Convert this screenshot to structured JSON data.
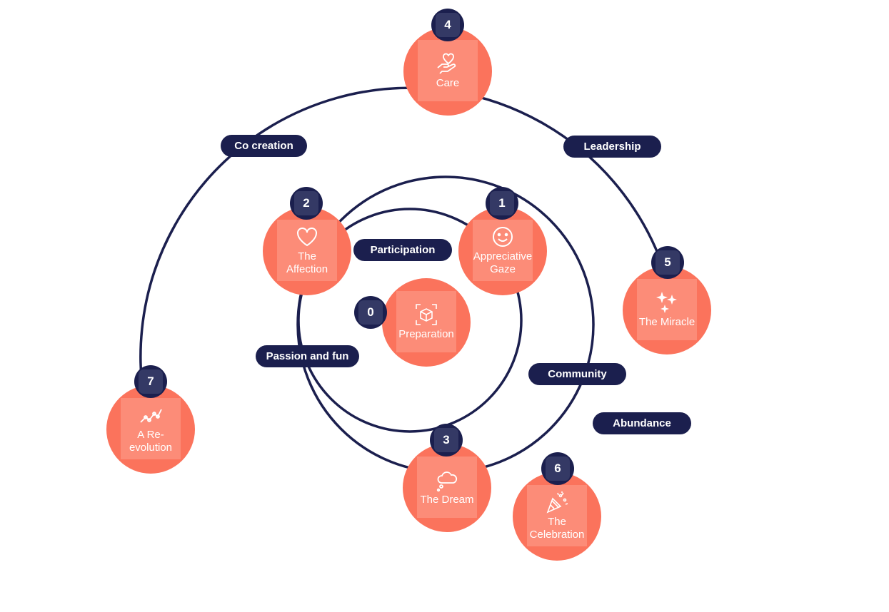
{
  "stages": [
    {
      "number": "0",
      "label": "Preparation",
      "icon": "preparation-cube-icon"
    },
    {
      "number": "1",
      "label": "Appreciative Gaze",
      "icon": "smiley-icon"
    },
    {
      "number": "2",
      "label": "The Affection",
      "icon": "heart-icon"
    },
    {
      "number": "3",
      "label": "The Dream",
      "icon": "thought-cloud-icon"
    },
    {
      "number": "4",
      "label": "Care",
      "icon": "heart-in-hand-icon"
    },
    {
      "number": "5",
      "label": "The Miracle",
      "icon": "sparkles-icon"
    },
    {
      "number": "6",
      "label": "The Celebration",
      "icon": "party-popper-icon"
    },
    {
      "number": "7",
      "label": "A Re-evolution",
      "icon": "growth-line-icon"
    }
  ],
  "values": [
    "Participation",
    "Passion and fun",
    "Community",
    "Co creation",
    "Leadership",
    "Abundance"
  ],
  "colors": {
    "ring": "#1b1f4e",
    "node": "#fb735c",
    "node_inner": "#fc8c78",
    "badge": "#1b1f4e",
    "pill": "#1b1f4e",
    "text": "#ffffff"
  }
}
